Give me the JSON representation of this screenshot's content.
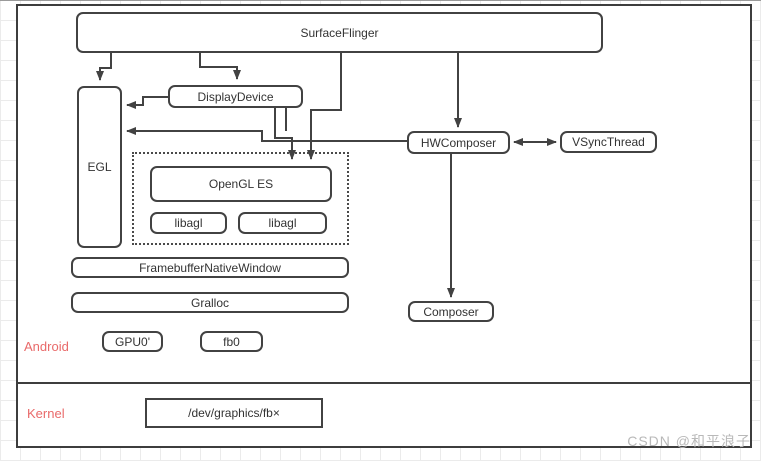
{
  "diagram": {
    "nodes": {
      "surfaceflinger": "SurfaceFlinger",
      "egl": "EGL",
      "displaydevice": "DisplayDevice",
      "hwcomposer": "HWComposer",
      "vsyncthread": "VSyncThread",
      "opengles": "OpenGL ES",
      "libagl1": "libagl",
      "libagl2": "libagl",
      "framebuffernativewindow": "FramebufferNativeWindow",
      "gralloc": "Gralloc",
      "gpu0": "GPU0'",
      "fb0": "fb0",
      "composer": "Composer",
      "devgraphicsfb": "/dev/graphics/fb×"
    },
    "section_labels": {
      "android": "Android",
      "kernel": "Kernel"
    },
    "colors": {
      "line": "#424242",
      "section_label_red": "#e96a6a",
      "watermark_gray": "#b9b9b9"
    }
  },
  "watermark": "CSDN @和平浪子"
}
